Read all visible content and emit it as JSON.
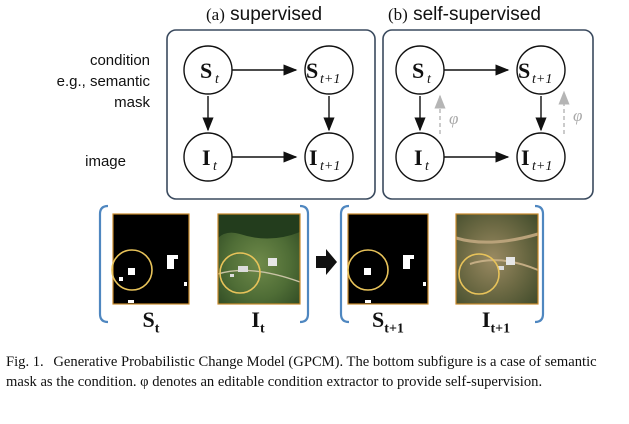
{
  "panels": {
    "a": {
      "tag": "(a)",
      "title": "supervised"
    },
    "b": {
      "tag": "(b)",
      "title": "self-supervised"
    }
  },
  "row_labels": {
    "condition": [
      "condition",
      "e.g., semantic",
      "mask"
    ],
    "image": "image"
  },
  "nodes": {
    "s_t": {
      "base": "S",
      "sub": "t"
    },
    "s_t1": {
      "base": "S",
      "sub": "t+1"
    },
    "i_t": {
      "base": "I",
      "sub": "t"
    },
    "i_t1": {
      "base": "I",
      "sub": "t+1"
    }
  },
  "extractor_symbol": "φ",
  "bottom_labels": [
    {
      "base": "S",
      "sub": "t"
    },
    {
      "base": "I",
      "sub": "t"
    },
    {
      "base": "S",
      "sub": "t+1"
    },
    {
      "base": "I",
      "sub": "t+1"
    }
  ],
  "colors": {
    "panel_border": "#3a4a5e",
    "bracket": "#4f87c0",
    "dashed_arrow": "#b5b5b5",
    "mask_circle": "#e8c35a",
    "image_border": "#c98a2c"
  },
  "caption": {
    "label": "Fig. 1.",
    "text": "Generative Probabilistic Change Model (GPCM). The bottom subfigure is a case of semantic mask as the condition. φ denotes an editable condition extractor to provide self-supervision."
  }
}
